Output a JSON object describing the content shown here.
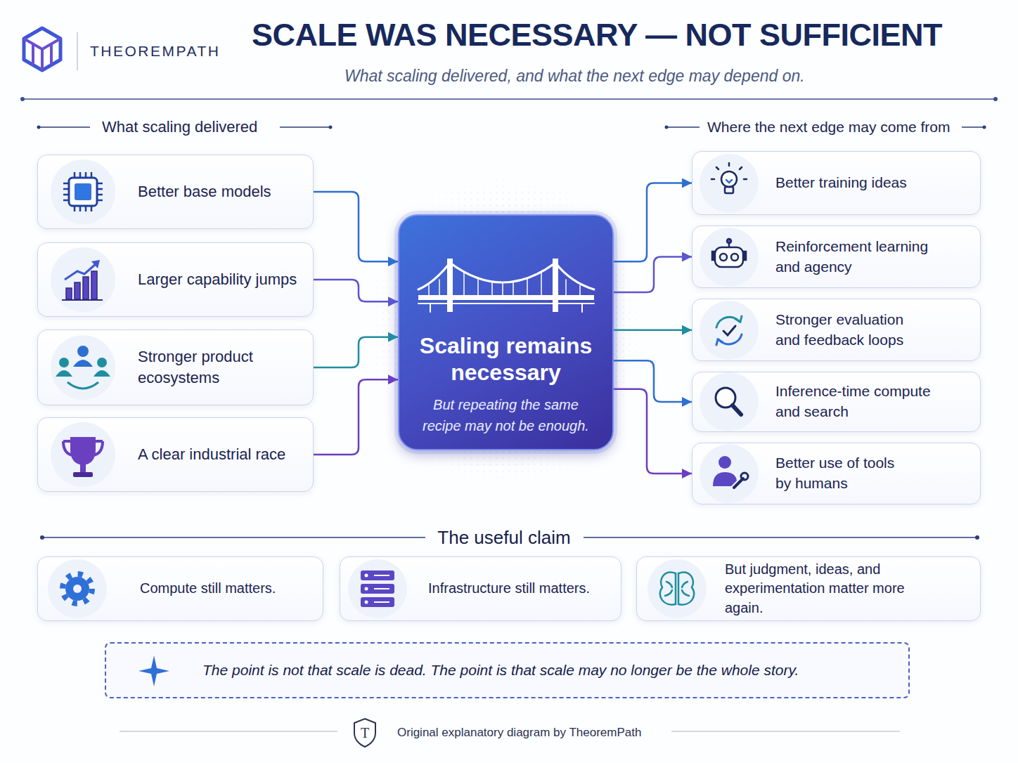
{
  "diagram": {
    "title": "SCALE WAS NECESSARY — NOT SUFFICIENT",
    "caption": "Original explanatory diagram by TheoremPath",
    "nodes": [
      {
        "text": [
          "Better base models"
        ]
      },
      {
        "text": [
          "Larger capability jumps"
        ]
      },
      {
        "text": [
          "Stronger product ecosystems"
        ]
      },
      {
        "text": [
          "A clear industrial race"
        ]
      },
      {
        "text": [
          "Scaling remains necessary",
          "But repeating the same recipe may not be enough."
        ]
      },
      {
        "text": [
          "Better training ideas"
        ]
      },
      {
        "text": [
          "Reinforcement learning and agency"
        ]
      },
      {
        "text": [
          "Stronger evaluation and feedback loops"
        ]
      },
      {
        "text": [
          "Inference-time compute and search"
        ]
      },
      {
        "text": [
          "Better use of tools by humans"
        ]
      },
      {
        "text": [
          "Compute still matters."
        ]
      },
      {
        "text": [
          "Infrastructure still matters."
        ]
      },
      {
        "text": [
          "But judgment, ideas, and experimentation matter more again."
        ]
      },
      {
        "text": [
          "The point is not that scale is dead. The point is that scale may no longer be the whole story."
        ]
      }
    ],
    "edges": [
      {
        "from": 0,
        "to": 4,
        "arrow": "to"
      },
      {
        "from": 1,
        "to": 4,
        "arrow": "to"
      },
      {
        "from": 2,
        "to": 4,
        "arrow": "to"
      },
      {
        "from": 3,
        "to": 4,
        "arrow": "to"
      },
      {
        "from": 4,
        "to": 5,
        "arrow": "to"
      },
      {
        "from": 4,
        "to": 6,
        "arrow": "to"
      },
      {
        "from": 4,
        "to": 7,
        "arrow": "to"
      },
      {
        "from": 4,
        "to": 8,
        "arrow": "to"
      },
      {
        "from": 4,
        "to": 9,
        "arrow": "to"
      }
    ],
    "labels": [
      "THEOREMPATH",
      "What scaling delivered, and what the next edge may depend on.",
      "What scaling delivered",
      "Where the next edge may come from",
      "The useful claim",
      "T"
    ]
  }
}
